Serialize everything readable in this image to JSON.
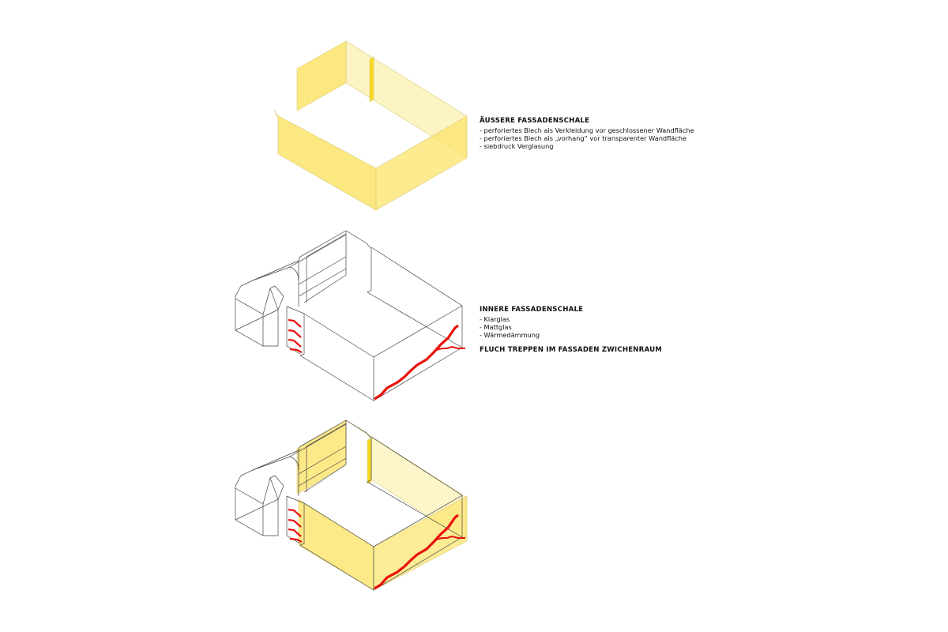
{
  "outer_shell": {
    "title": "ÄUSSERE FASSADENSCHALE",
    "items": [
      "-  perforiertes Blech als Verkleidung vor geschlossener Wandfläche",
      "-  perforiertes Blech als „vorhang“ vor transparenter Wandfläche",
      "- siebdruck Verglasung"
    ]
  },
  "inner_shell": {
    "title": "INNERE FASSADENSCHALE",
    "items": [
      "-  Klarglas",
      "-  Mattglas",
      "- Wärmedämmung"
    ],
    "stairs_note": "FLUCH TREPPEN IM FASSADEN ZWICHENRAUM"
  },
  "colors": {
    "facade_yellow": "#fbe46a",
    "stair_red": "#e8120c",
    "stair_orange": "#f05a14",
    "line": "#444444"
  }
}
